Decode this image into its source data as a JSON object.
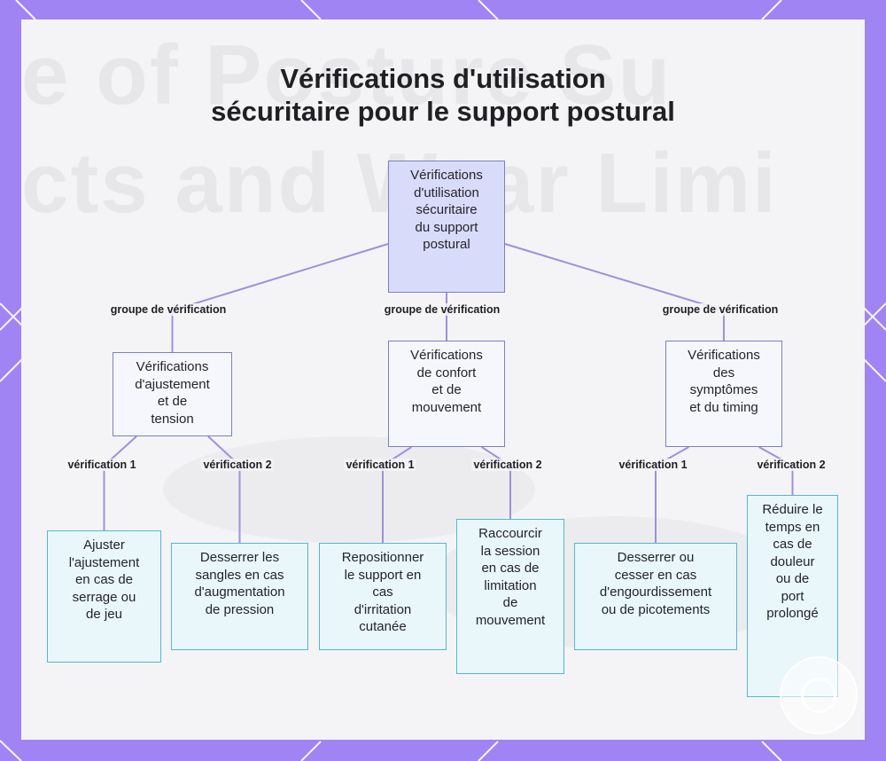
{
  "title": {
    "line1": "Vérifications d'utilisation",
    "line2": "sécuritaire pour le support postural"
  },
  "background_text": {
    "line1": "e of Posture Su",
    "line2": "cts and Wear Limi"
  },
  "colors": {
    "frame": "#a084f4",
    "panel": "#f4f4f6",
    "root_fill": "#d9dbfa",
    "node_border": "#7b7fc6",
    "leaf_fill": "#e9f7fb",
    "leaf_border": "#52b8d0",
    "edge_color": "#a08fdc"
  },
  "diagram": {
    "root": {
      "lines": [
        "Vérifications",
        "d'utilisation",
        "sécuritaire",
        "du support",
        "postural"
      ]
    },
    "groups": [
      {
        "edge_label": "groupe de vérification",
        "lines": [
          "Vérifications",
          "d'ajustement",
          "et de",
          "tension"
        ],
        "children": [
          {
            "edge_label": "vérification 1",
            "lines": [
              "Ajuster",
              "l'ajustement",
              "en cas de",
              "serrage ou",
              "de jeu"
            ]
          },
          {
            "edge_label": "vérification 2",
            "lines": [
              "Desserrer les",
              "sangles en cas",
              "d'augmentation",
              "de pression"
            ]
          }
        ]
      },
      {
        "edge_label": "groupe de vérification",
        "lines": [
          "Vérifications",
          "de confort",
          "et de",
          "mouvement"
        ],
        "children": [
          {
            "edge_label": "vérification 1",
            "lines": [
              "Repositionner",
              "le support en",
              "cas",
              "d'irritation",
              "cutanée"
            ]
          },
          {
            "edge_label": "vérification 2",
            "lines": [
              "Raccourcir",
              "la session",
              "en cas de",
              "limitation",
              "de",
              "mouvement"
            ]
          }
        ]
      },
      {
        "edge_label": "groupe de vérification",
        "lines": [
          "Vérifications",
          "des",
          "symptômes",
          "et du timing"
        ],
        "children": [
          {
            "edge_label": "vérification 1",
            "lines": [
              "Desserrer ou",
              "cesser en cas",
              "d'engourdissement",
              "ou de picotements"
            ]
          },
          {
            "edge_label": "vérification 2",
            "lines": [
              "Réduire le",
              "temps en",
              "cas de",
              "douleur",
              "ou de",
              "port",
              "prolongé"
            ]
          }
        ]
      }
    ]
  }
}
